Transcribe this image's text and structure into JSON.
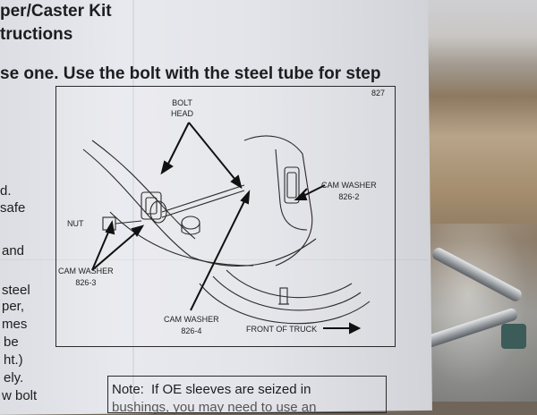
{
  "header": {
    "title_line1": "per/Caster Kit",
    "title_line2": "tructions",
    "step_line": "se one. Use the bolt with the steel tube for step"
  },
  "side_text": [
    "d.",
    "safe",
    "and",
    "steel",
    "per,",
    "mes",
    "be",
    "ht.)",
    "ely.",
    "w bolt"
  ],
  "diagram": {
    "number": "827",
    "labels": {
      "bolt_head": "BOLT\nHEAD",
      "nut": "NUT",
      "cam_washer_826_2": "CAM WASHER\n826-2",
      "cam_washer_826_3": "CAM WASHER\n826-3",
      "cam_washer_826_4": "CAM WASHER\n826-4",
      "front_of_truck": "FRONT OF TRUCK"
    }
  },
  "note": {
    "label": "Note:",
    "text": "If OE sleeves are seized in",
    "text2": "bushings, you may need to use an"
  }
}
